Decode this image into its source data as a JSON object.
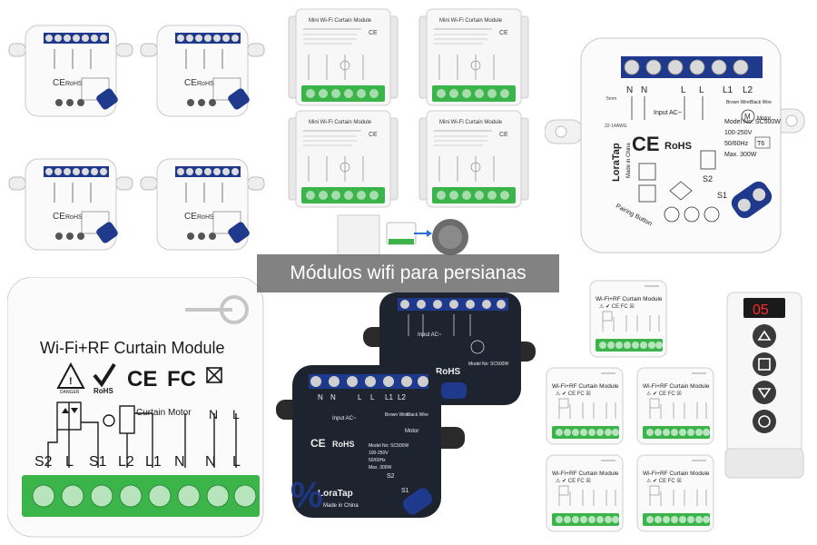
{
  "caption": "Módulos wifi para persianas",
  "modules": {
    "mini_title": "Mini Wi-Fi Curtain Module",
    "large": {
      "model": "Model No: SC500W",
      "volt": "100-250V",
      "freq": "50/60Hz",
      "power": "Max. 300W",
      "brand": "LoraTap",
      "made": "Made in China",
      "pair": "Pairing Button",
      "brown": "Brown Wire",
      "black": "Black Wire",
      "motor": "Motor",
      "input": "Input AC~",
      "s1": "S1",
      "s2": "S2",
      "terminals": [
        "N",
        "N",
        "L",
        "L",
        "L1",
        "L2"
      ],
      "awg": "22-14AWG",
      "mm": "5mm",
      "temp": "T6"
    },
    "rf": {
      "title": "Wi-Fi+RF Curtain Module",
      "curtain_motor": "Curtain Motor",
      "danger": "DANGER",
      "rohs": "RoHS",
      "ce": "CE",
      "fc": "FC",
      "terminals": [
        "S2",
        "L",
        "S1",
        "L2",
        "L1",
        "N",
        "N",
        "L"
      ]
    },
    "small_rf_title": "Wi-Fi+RF Curtain Module",
    "remote_display": "05"
  },
  "colors": {
    "terminal_green": "#3bb54a",
    "screw_blue": "#1f3a8c",
    "caption_bg": "#5f5f5f",
    "remote_display": "#ff2a2a"
  }
}
